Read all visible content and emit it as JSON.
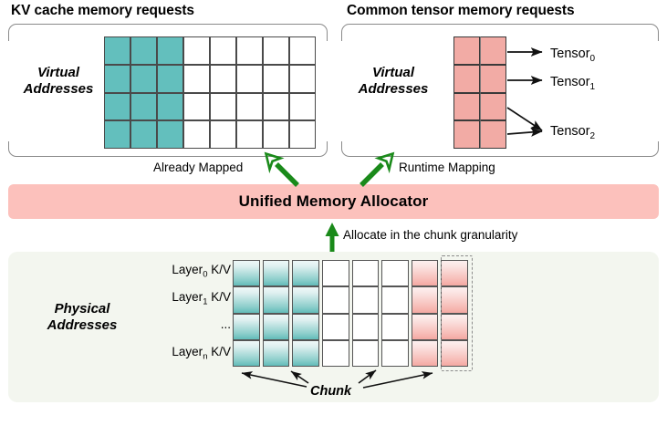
{
  "titles": {
    "kv_cache": "KV cache memory requests",
    "common_tensor": "Common tensor memory requests"
  },
  "virtual_kv": {
    "label_line1": "Virtual",
    "label_line2": "Addresses",
    "grid": {
      "columns": 8,
      "rows": 4,
      "filled_columns": 3,
      "fill_color": "#63bfbd",
      "empty_color": "#ffffff"
    }
  },
  "virtual_tensor": {
    "label_line1": "Virtual",
    "label_line2": "Addresses",
    "grid": {
      "columns": 2,
      "rows": 4,
      "fill_color": "#f2aba5"
    },
    "tensors": [
      {
        "name": "Tensor",
        "sub": "0"
      },
      {
        "name": "Tensor",
        "sub": "1"
      },
      {
        "name": "Tensor",
        "sub": "2"
      }
    ]
  },
  "mapping": {
    "already_mapped": "Already Mapped",
    "runtime_mapping": "Runtime Mapping",
    "allocate_note": "Allocate in the chunk granularity",
    "arrow_color": "#1a8a1a"
  },
  "allocator": {
    "label": "Unified Memory Allocator",
    "bar_color": "#fcc1bc"
  },
  "physical": {
    "label_line1": "Physical",
    "label_line2": "Addresses",
    "panel_color": "#f3f6ef",
    "rows": [
      {
        "prefix": "Layer",
        "sub": "0",
        "suffix": " K/V"
      },
      {
        "prefix": "Layer",
        "sub": "1",
        "suffix": " K/V"
      },
      {
        "prefix": "",
        "sub": "",
        "suffix": "..."
      },
      {
        "prefix": "Layer",
        "sub": "n",
        "suffix": " K/V"
      }
    ],
    "grid": {
      "columns": 8,
      "rows": 4,
      "column_kinds": [
        "teal",
        "teal",
        "teal",
        "empty",
        "empty",
        "empty",
        "pink",
        "pink"
      ],
      "teal_color": "#62bcb9",
      "pink_color": "#f4a8a2",
      "dashed_column_index": 7
    },
    "chunk_label": "Chunk"
  }
}
